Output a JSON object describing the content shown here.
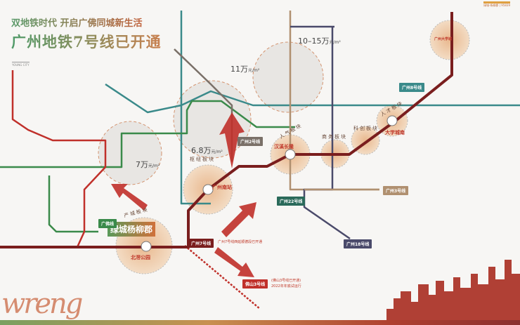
{
  "header": {
    "slogan": "双地铁时代  开启广佛同城新生活",
    "title": "广州地铁7号线已开通",
    "brand_small": "YOUNG CITY",
    "top_right_note": "绿城·杨柳郡 | 95839"
  },
  "project": {
    "name": "绿城杨柳郡",
    "station": "北滘公园"
  },
  "lines": [
    {
      "name": "广佛线",
      "color": "#3a8a4a"
    },
    {
      "name": "广州7号线",
      "color": "#7a1e1e"
    },
    {
      "name": "广州2号线",
      "color": "#7a7068"
    },
    {
      "name": "广州8号线",
      "color": "#3a8a8a"
    },
    {
      "name": "广州22号线",
      "color": "#2a6a5a"
    },
    {
      "name": "广州3号线",
      "color": "#b09070"
    },
    {
      "name": "广州18号线",
      "color": "#4a4a6a"
    },
    {
      "name": "佛山3号线",
      "color": "#c0302a"
    }
  ],
  "hubs": [
    "广州南站",
    "汉溪长隆",
    "大学城南",
    "广州大学城"
  ],
  "blocks": [
    "枢纽板块",
    "人气板块",
    "商务板块",
    "科创板块",
    "人才板块",
    "产城板块"
  ],
  "prices": [
    {
      "value": "10–15万",
      "unit": "元/m²"
    },
    {
      "value": "11万",
      "unit": "元/m²"
    },
    {
      "value": "6.8万",
      "unit": "元/m²"
    },
    {
      "value": "7万",
      "unit": "元/m²"
    }
  ],
  "notes": {
    "line7_note": "广州7号线西延顺德段已开通",
    "fs3_note1": "(佛山3号线已开通)",
    "fs3_note2": "2022年年底试运行"
  },
  "handwriting": "wreng"
}
